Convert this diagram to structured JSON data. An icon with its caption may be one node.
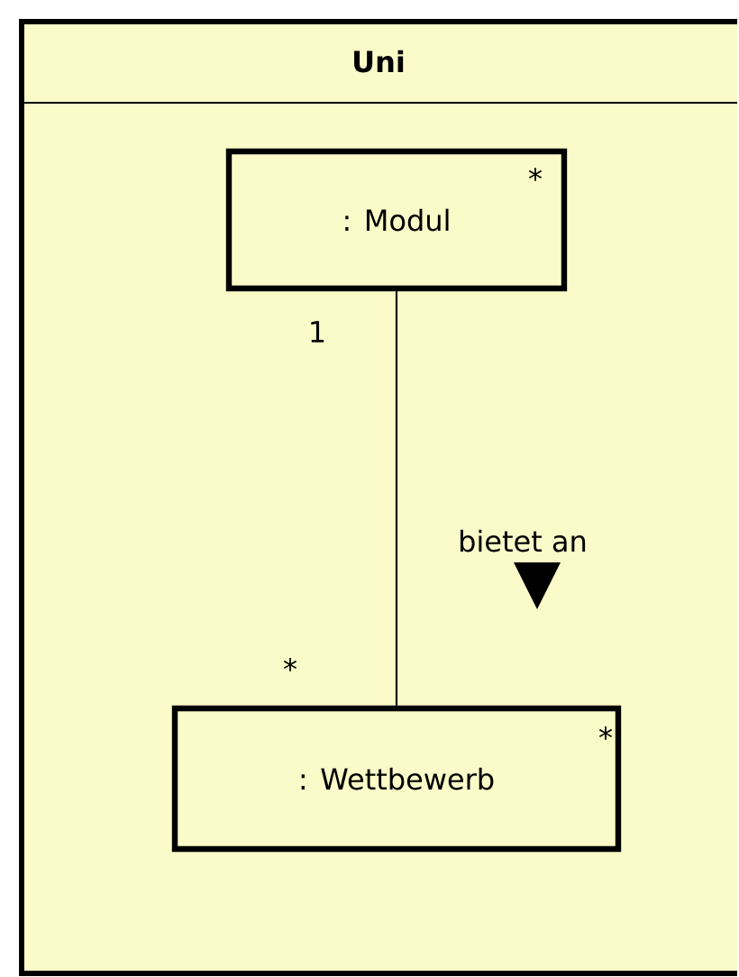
{
  "diagram": {
    "nodes": [
      {
        "text": [
          "Uni"
        ]
      },
      {
        "text": [
          ": Modul",
          "*"
        ],
        "in": 0
      },
      {
        "text": [
          ": Wettbewerb",
          "*"
        ],
        "in": 0
      }
    ],
    "edges": [
      {
        "from": 1,
        "to": 2,
        "arrow": "none",
        "label": "bietet an"
      }
    ],
    "labels": [
      "1",
      "*"
    ]
  }
}
